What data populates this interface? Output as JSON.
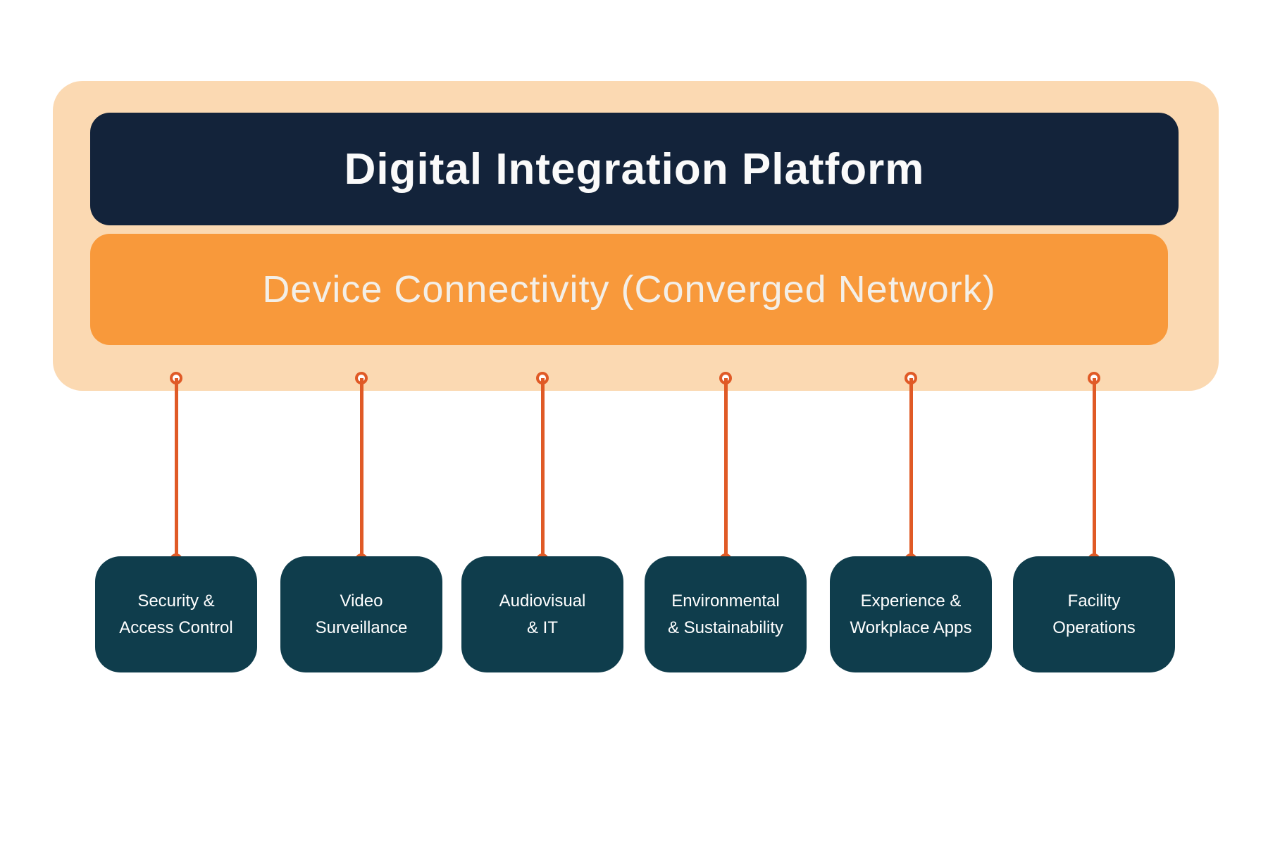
{
  "diagram": {
    "platform": {
      "title": "Digital Integration Platform",
      "connectivity_label": "Device Connectivity (Converged Network)"
    },
    "nodes": [
      {
        "line1": "Security &",
        "line2": "Access Control"
      },
      {
        "line1": "Video",
        "line2": "Surveillance"
      },
      {
        "line1": "Audiovisual",
        "line2": "& IT"
      },
      {
        "line1": "Environmental",
        "line2": "& Sustainability"
      },
      {
        "line1": "Experience &",
        "line2": "Workplace Apps"
      },
      {
        "line1": "Facility",
        "line2": "Operations"
      }
    ],
    "colors": {
      "canvas_bg": "#FFFFFF",
      "container_bg": "#FBD9B2",
      "title_bar_bg": "#13233A",
      "connectivity_bar_bg": "#F8993B",
      "connector": "#E05A26",
      "node_bg": "#0F3D4C",
      "text_light": "#FFFFFF"
    }
  }
}
